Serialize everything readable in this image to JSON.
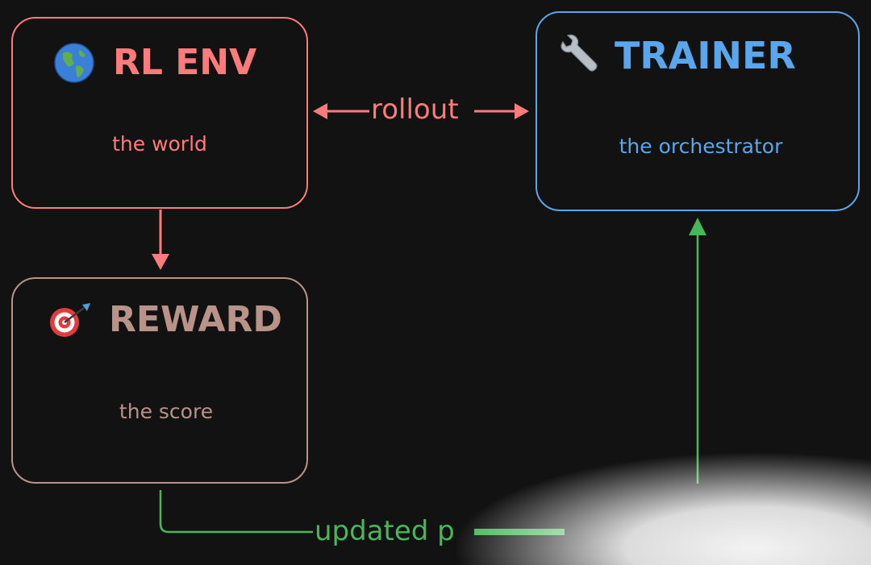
{
  "nodes": {
    "env": {
      "icon": "globe-icon",
      "title": "RL ENV",
      "subtitle": "the world"
    },
    "reward": {
      "icon": "target-dart-icon",
      "title": "REWARD",
      "subtitle": "the score"
    },
    "trainer": {
      "icon": "wrench-icon",
      "title": "TRAINER",
      "subtitle": "the orchestrator"
    }
  },
  "edges": {
    "rollout": {
      "label": "rollout"
    },
    "policy": {
      "label": "updated p"
    }
  },
  "colors": {
    "env": "#ff7b7b",
    "reward": "#b9928a",
    "trainer": "#5aa6ec",
    "policy": "#47b85a",
    "background": "#121212"
  }
}
